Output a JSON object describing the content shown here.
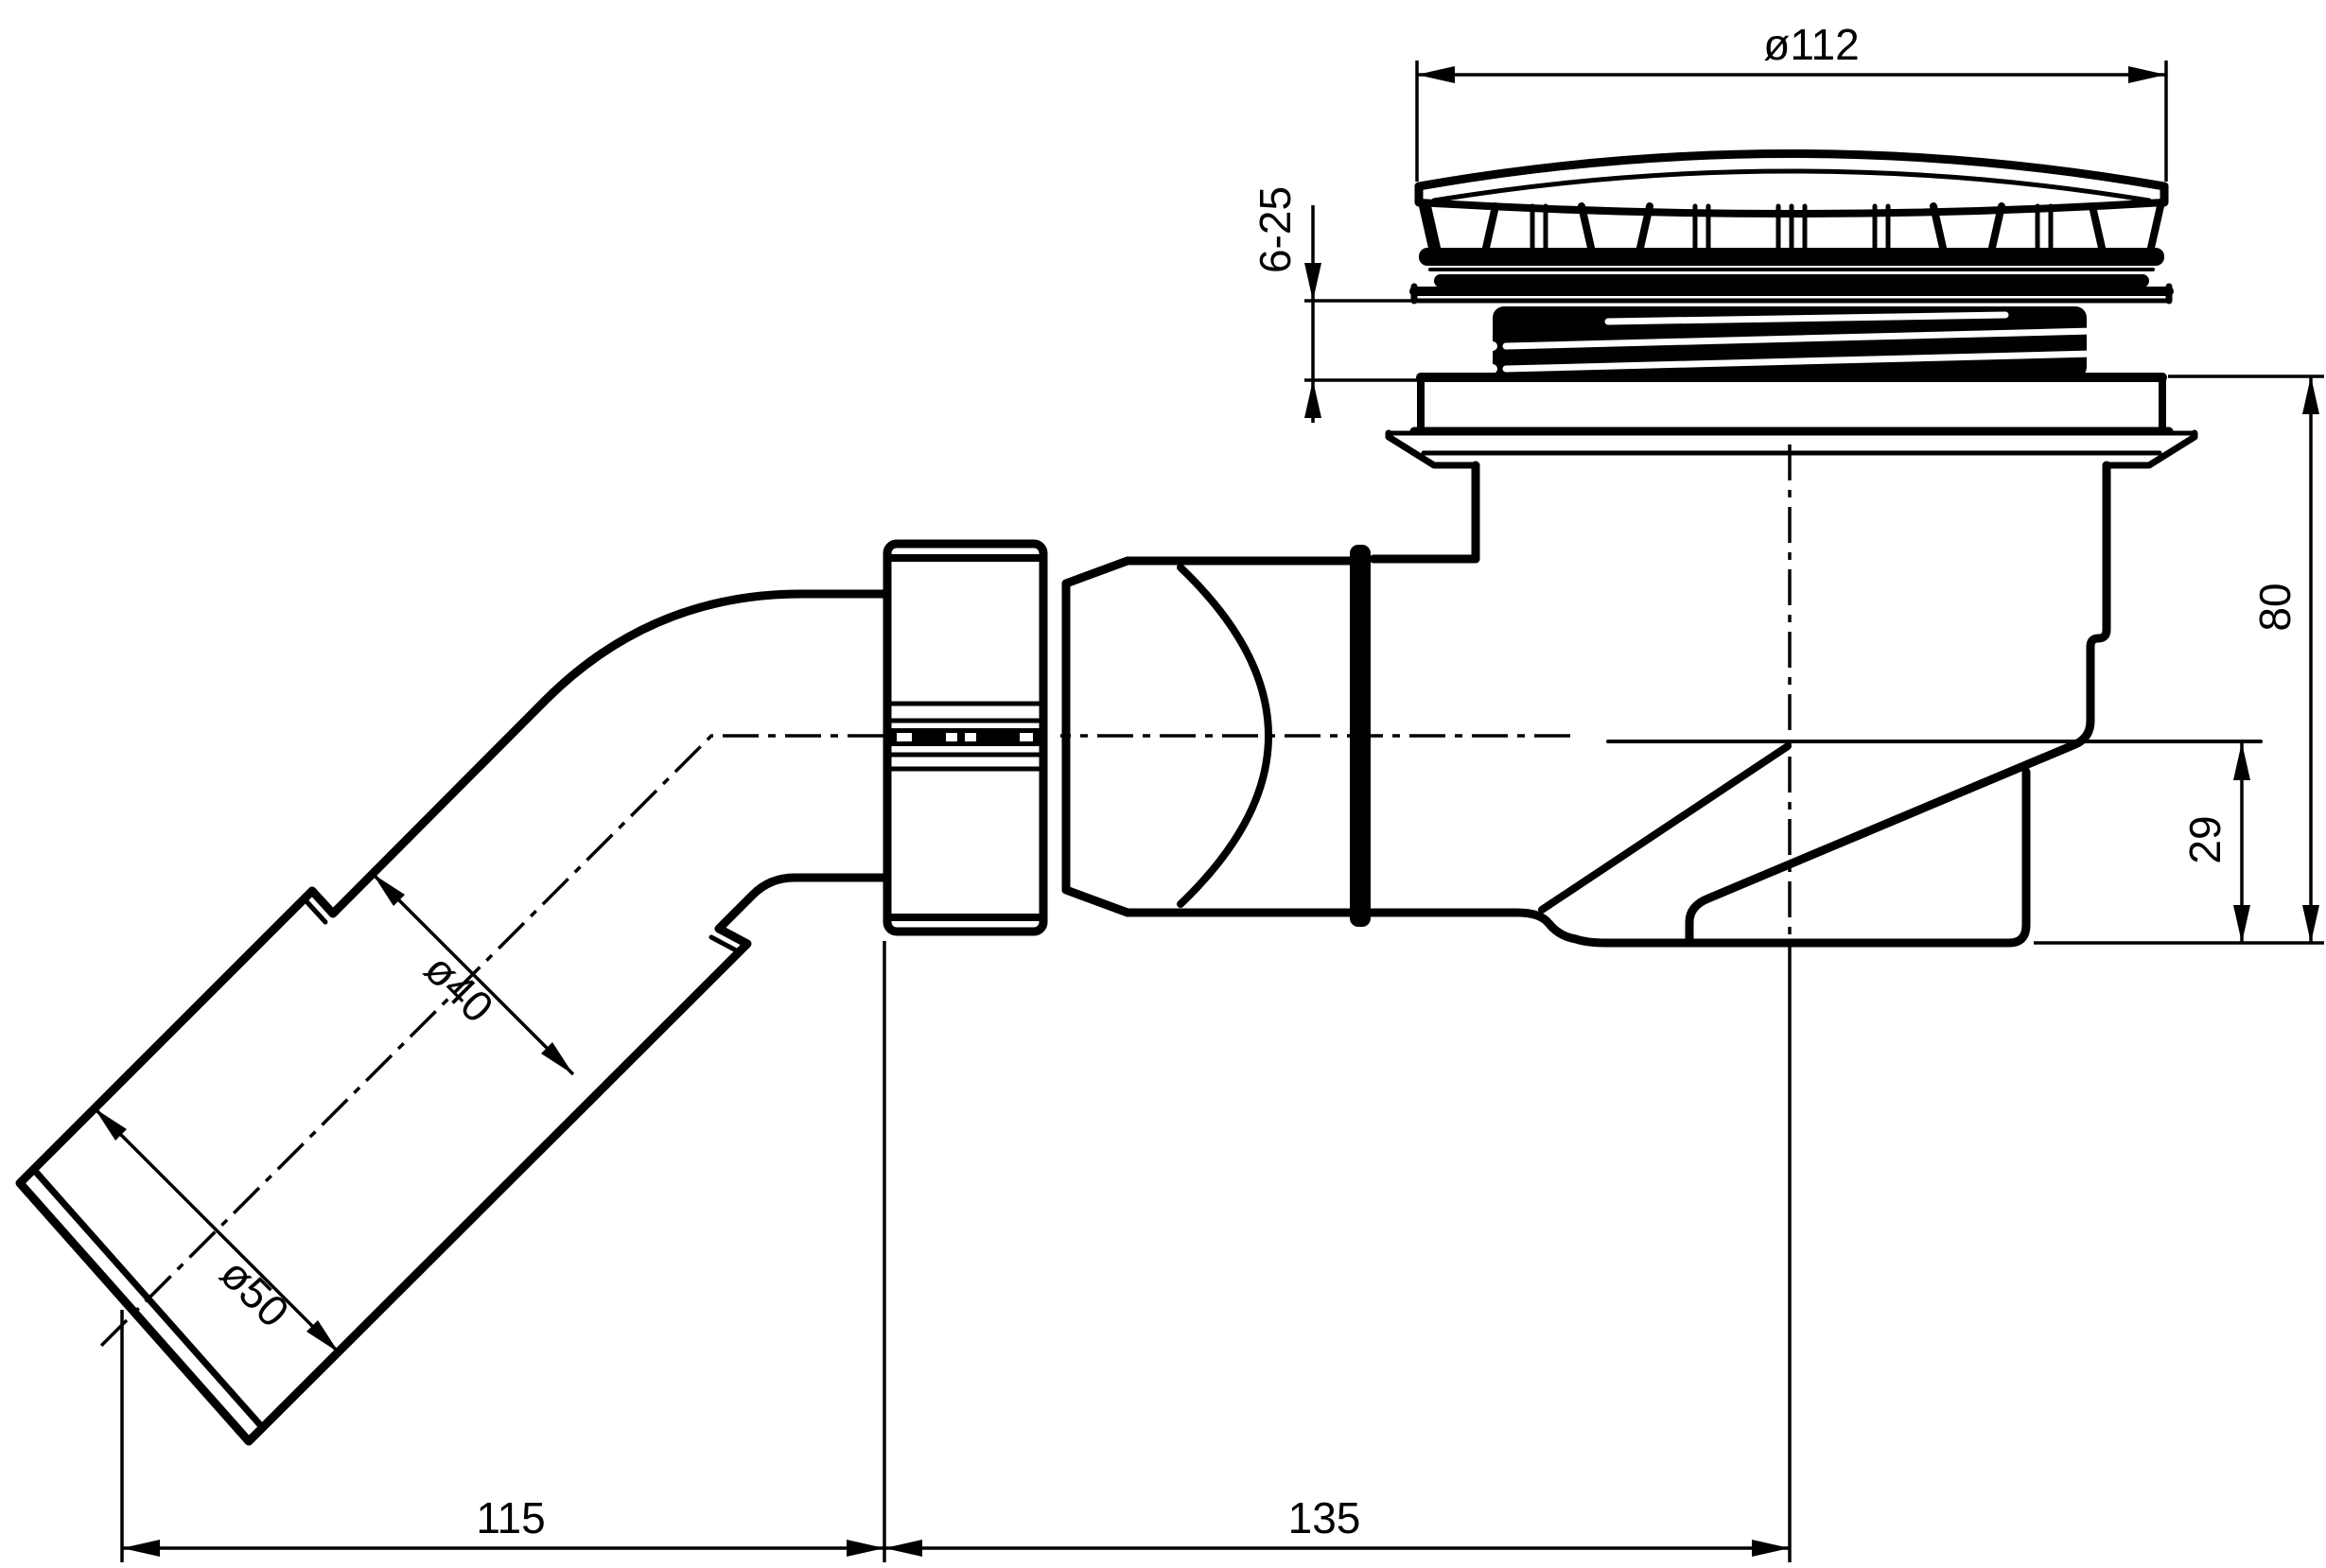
{
  "colors": {
    "line": "#000000",
    "background": "#ffffff"
  },
  "dimensions": {
    "cap_diameter": {
      "label": "ø112"
    },
    "tray_thickness_range": {
      "label": "6-25"
    },
    "total_height": {
      "label": "80"
    },
    "sump_height": {
      "label": "29"
    },
    "outlet_pipe_diameter": {
      "label": "ø40"
    },
    "socket_diameter": {
      "label": "ø50"
    },
    "length_left": {
      "label": "115"
    },
    "length_right": {
      "label": "135"
    }
  }
}
